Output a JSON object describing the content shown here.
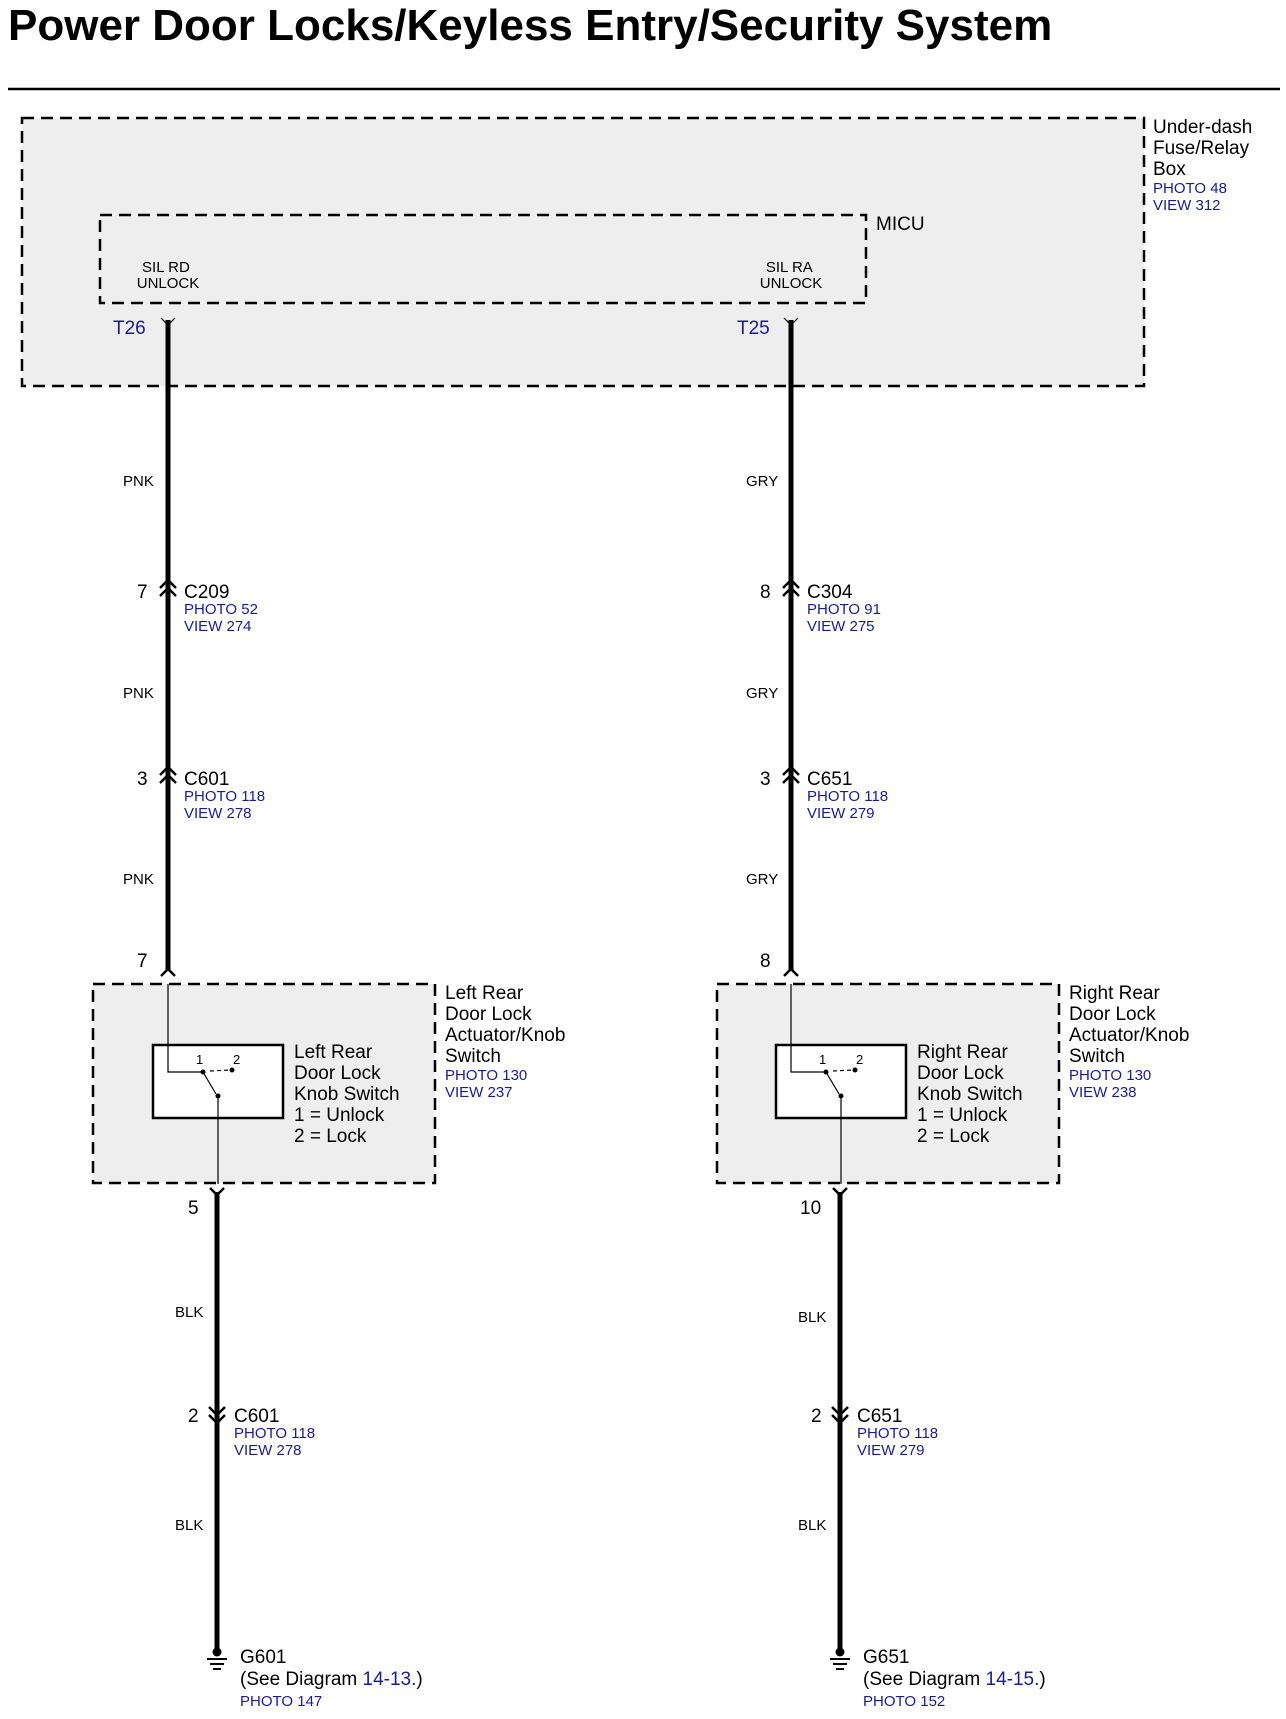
{
  "title": "Power Door Locks/Keyless Entry/Security System",
  "fuse_box": {
    "name_lines": [
      "Under-dash",
      "Fuse/Relay",
      "Box"
    ],
    "photo": "PHOTO 48",
    "view": "VIEW 312"
  },
  "micu": {
    "name": "MICU",
    "left_terminal_lines": [
      "SIL RD",
      "UNLOCK"
    ],
    "right_terminal_lines": [
      "SIL RA",
      "UNLOCK"
    ],
    "left_pin": "T26",
    "right_pin": "T25"
  },
  "left": {
    "wire_color_upper": [
      "PNK",
      "PNK",
      "PNK"
    ],
    "conn1": {
      "pin": "7",
      "name": "C209",
      "photo": "PHOTO 52",
      "view": "VIEW 274"
    },
    "conn2": {
      "pin": "3",
      "name": "C601",
      "photo": "PHOTO 118",
      "view": "VIEW 278"
    },
    "actuator_in_pin": "7",
    "actuator_out_pin": "5",
    "actuator_lines": [
      "Left Rear",
      "Door Lock",
      "Actuator/Knob",
      "Switch"
    ],
    "actuator_photo": "PHOTO 130",
    "actuator_view": "VIEW 237",
    "switch_lines": [
      "Left Rear",
      "Door Lock",
      "Knob Switch",
      "1 = Unlock",
      "2 = Lock"
    ],
    "switch_pos1": "1",
    "switch_pos2": "2",
    "wire_color_lower": [
      "BLK",
      "BLK"
    ],
    "conn3": {
      "pin": "2",
      "name": "C601",
      "photo": "PHOTO 118",
      "view": "VIEW 278"
    },
    "ground": {
      "name": "G601",
      "see_prefix": "(See Diagram ",
      "diagram_ref": "14-13.",
      "see_suffix": ")",
      "photo": "PHOTO 147"
    }
  },
  "right": {
    "wire_color_upper": [
      "GRY",
      "GRY",
      "GRY"
    ],
    "conn1": {
      "pin": "8",
      "name": "C304",
      "photo": "PHOTO 91",
      "view": "VIEW 275"
    },
    "conn2": {
      "pin": "3",
      "name": "C651",
      "photo": "PHOTO 118",
      "view": "VIEW 279"
    },
    "actuator_in_pin": "8",
    "actuator_out_pin": "10",
    "actuator_lines": [
      "Right Rear",
      "Door Lock",
      "Actuator/Knob",
      "Switch"
    ],
    "actuator_photo": "PHOTO 130",
    "actuator_view": "VIEW 238",
    "switch_lines": [
      "Right Rear",
      "Door Lock",
      "Knob Switch",
      "1 = Unlock",
      "2 = Lock"
    ],
    "switch_pos1": "1",
    "switch_pos2": "2",
    "wire_color_lower": [
      "BLK",
      "BLK"
    ],
    "conn3": {
      "pin": "2",
      "name": "C651",
      "photo": "PHOTO 118",
      "view": "VIEW 279"
    },
    "ground": {
      "name": "G651",
      "see_prefix": "(See Diagram ",
      "diagram_ref": "14-15.",
      "see_suffix": ")",
      "photo": "PHOTO 152"
    }
  },
  "colors": {
    "link_blue": "#1a1a9c",
    "box_fill": "#eeeeee",
    "wire": "#000000"
  }
}
